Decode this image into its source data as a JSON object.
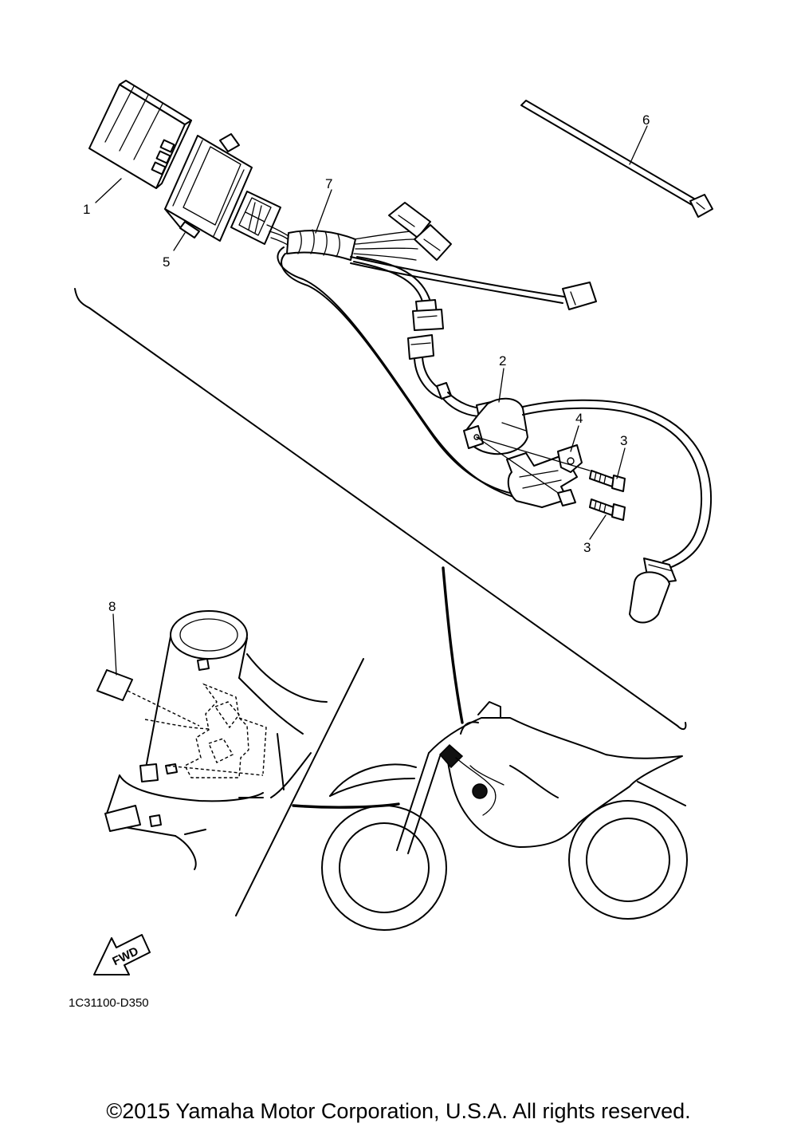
{
  "callouts": {
    "c1": "1",
    "c2": "2",
    "c3a": "3",
    "c3b": "3",
    "c4": "4",
    "c5": "5",
    "c6": "6",
    "c7": "7",
    "c8": "8"
  },
  "fwd_label": "FWD",
  "diagram_code": "1C31100-D350",
  "copyright": "©2015 Yamaha Motor Corporation, U.S.A. All rights reserved."
}
